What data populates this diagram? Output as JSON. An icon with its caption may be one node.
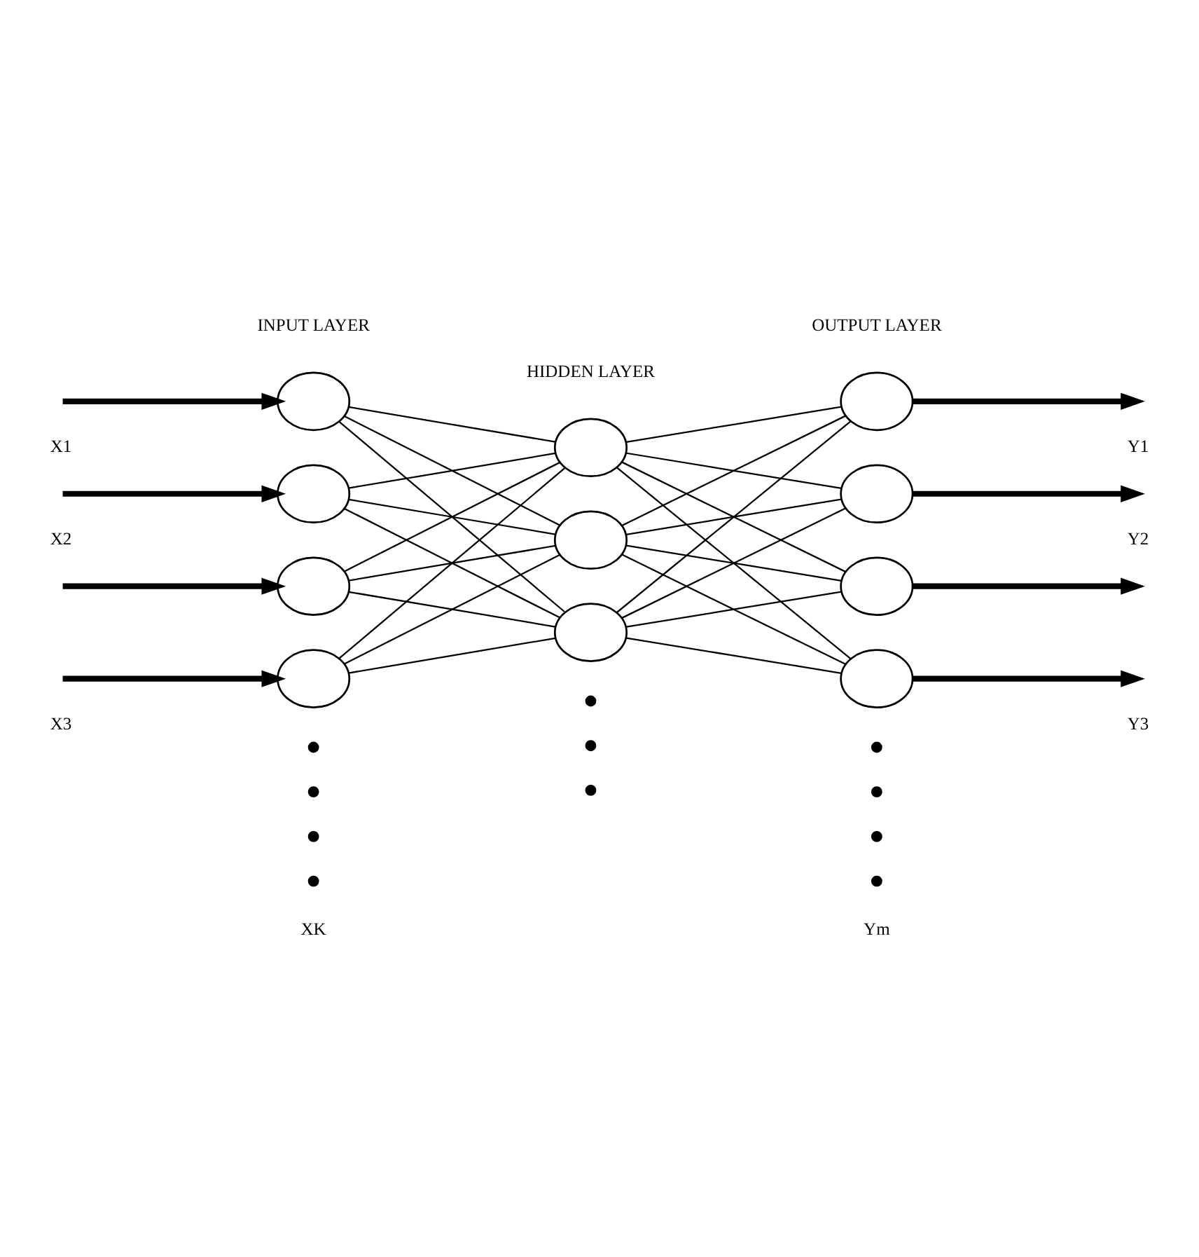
{
  "diagram": {
    "nodes": [
      {
        "text": [],
        "shape": "circle"
      },
      {
        "text": [],
        "shape": "circle"
      },
      {
        "text": [],
        "shape": "circle"
      },
      {
        "text": [],
        "shape": "circle"
      },
      {
        "text": [],
        "shape": "circle"
      },
      {
        "text": [],
        "shape": "circle"
      },
      {
        "text": [],
        "shape": "circle"
      },
      {
        "text": [],
        "shape": "circle"
      },
      {
        "text": [],
        "shape": "circle"
      },
      {
        "text": [],
        "shape": "circle"
      },
      {
        "text": [],
        "shape": "circle"
      },
      {
        "text": [],
        "shape": "dot"
      },
      {
        "text": [],
        "shape": "dot"
      },
      {
        "text": [],
        "shape": "dot"
      },
      {
        "text": [],
        "shape": "dot"
      },
      {
        "text": [],
        "shape": "dot"
      },
      {
        "text": [],
        "shape": "dot"
      },
      {
        "text": [],
        "shape": "dot"
      },
      {
        "text": [],
        "shape": "dot"
      },
      {
        "text": [],
        "shape": "dot"
      },
      {
        "text": [],
        "shape": "dot"
      },
      {
        "text": [],
        "shape": "dot"
      }
    ],
    "edges": [
      {
        "from": null,
        "to": 0,
        "arrow": "to",
        "style": "thick"
      },
      {
        "from": null,
        "to": 1,
        "arrow": "to",
        "style": "thick"
      },
      {
        "from": null,
        "to": 2,
        "arrow": "to",
        "style": "thick"
      },
      {
        "from": null,
        "to": 3,
        "arrow": "to",
        "style": "thick"
      },
      {
        "from": 0,
        "to": 4,
        "arrow": "none"
      },
      {
        "from": 0,
        "to": 5,
        "arrow": "none"
      },
      {
        "from": 0,
        "to": 6,
        "arrow": "none"
      },
      {
        "from": 1,
        "to": 4,
        "arrow": "none"
      },
      {
        "from": 1,
        "to": 5,
        "arrow": "none"
      },
      {
        "from": 1,
        "to": 6,
        "arrow": "none"
      },
      {
        "from": 2,
        "to": 4,
        "arrow": "none"
      },
      {
        "from": 2,
        "to": 5,
        "arrow": "none"
      },
      {
        "from": 2,
        "to": 6,
        "arrow": "none"
      },
      {
        "from": 3,
        "to": 4,
        "arrow": "none"
      },
      {
        "from": 3,
        "to": 5,
        "arrow": "none"
      },
      {
        "from": 3,
        "to": 6,
        "arrow": "none"
      },
      {
        "from": 4,
        "to": 7,
        "arrow": "none"
      },
      {
        "from": 4,
        "to": 8,
        "arrow": "none"
      },
      {
        "from": 4,
        "to": 9,
        "arrow": "none"
      },
      {
        "from": 4,
        "to": 10,
        "arrow": "none"
      },
      {
        "from": 5,
        "to": 7,
        "arrow": "none"
      },
      {
        "from": 5,
        "to": 8,
        "arrow": "none"
      },
      {
        "from": 5,
        "to": 9,
        "arrow": "none"
      },
      {
        "from": 5,
        "to": 10,
        "arrow": "none"
      },
      {
        "from": 6,
        "to": 7,
        "arrow": "none"
      },
      {
        "from": 6,
        "to": 8,
        "arrow": "none"
      },
      {
        "from": 6,
        "to": 9,
        "arrow": "none"
      },
      {
        "from": 6,
        "to": 10,
        "arrow": "none"
      },
      {
        "from": 7,
        "to": null,
        "arrow": "to",
        "style": "thick"
      },
      {
        "from": 8,
        "to": null,
        "arrow": "to",
        "style": "thick"
      },
      {
        "from": 9,
        "to": null,
        "arrow": "to",
        "style": "thick"
      },
      {
        "from": 10,
        "to": null,
        "arrow": "to",
        "style": "thick"
      }
    ],
    "labels": [
      "INPUT LAYER",
      "OUTPUT LAYER",
      "HIDDEN LAYER",
      "X1",
      "Y1",
      "X2",
      "Y2",
      "X3",
      "Y3",
      "XK",
      "Ym"
    ]
  }
}
